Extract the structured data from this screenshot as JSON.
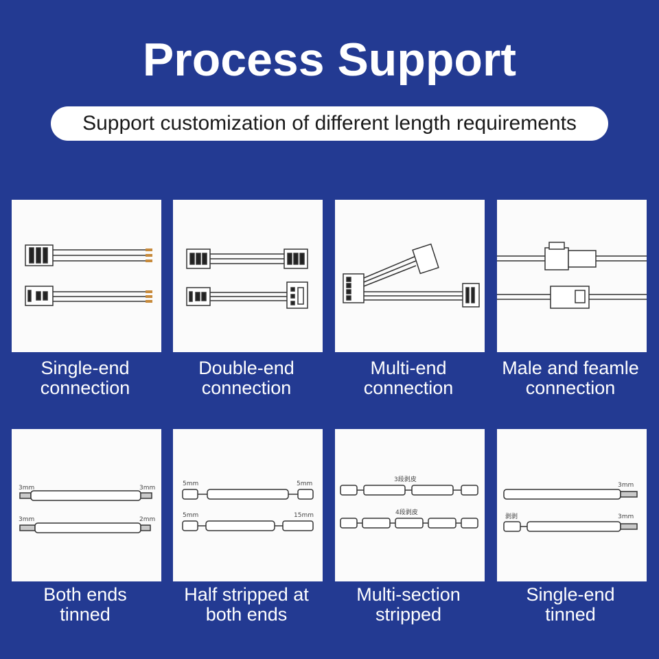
{
  "title": "Process Support",
  "subtitle": "Support customization of different length requirements",
  "cards": [
    {
      "line1": "Single-end",
      "line2": "connection"
    },
    {
      "line1": "Double-end",
      "line2": "connection"
    },
    {
      "line1": "Multi-end",
      "line2": "connection"
    },
    {
      "line1": "Male and feamle",
      "line2": "connection"
    },
    {
      "line1": "Both ends",
      "line2": "tinned"
    },
    {
      "line1": "Half stripped at",
      "line2": "both ends"
    },
    {
      "line1": "Multi-section",
      "line2": "stripped"
    },
    {
      "line1": "Single-end",
      "line2": "tinned"
    }
  ],
  "labels": {
    "both_ends": [
      "3mm",
      "3mm",
      "3mm",
      "2mm"
    ],
    "half_stripped": [
      "5mm",
      "5mm",
      "5mm",
      "15mm"
    ],
    "multi_section": [
      "3段剥皮",
      "4段剥皮"
    ],
    "single_tinned": [
      "3mm",
      "剥剥",
      "3mm"
    ]
  }
}
